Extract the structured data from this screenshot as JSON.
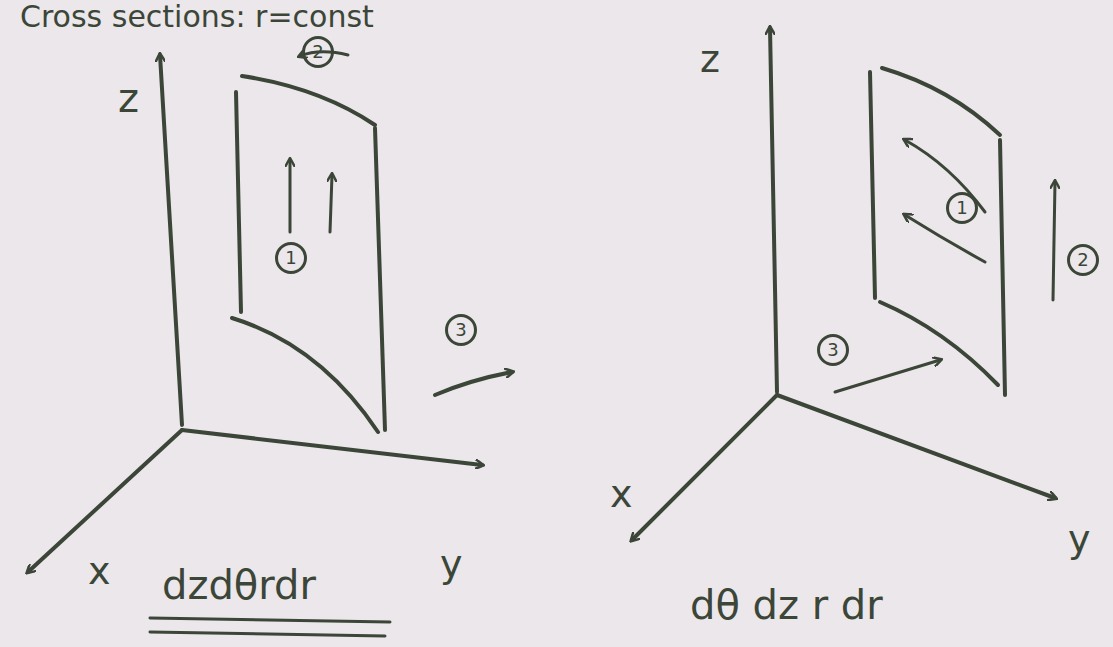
{
  "diagram": {
    "nodes": [
      {
        "text": [
          "2"
        ]
      },
      {
        "text": [
          "1"
        ]
      },
      {
        "text": [
          "3"
        ]
      },
      {
        "text": [
          "1"
        ]
      },
      {
        "text": [
          "2"
        ]
      },
      {
        "text": [
          "3"
        ]
      }
    ],
    "labels": [
      "Cross sections: r=const",
      "z",
      "x",
      "dzdθrdr",
      "y",
      "z",
      "x",
      "y",
      "dθ dz r dr"
    ]
  }
}
